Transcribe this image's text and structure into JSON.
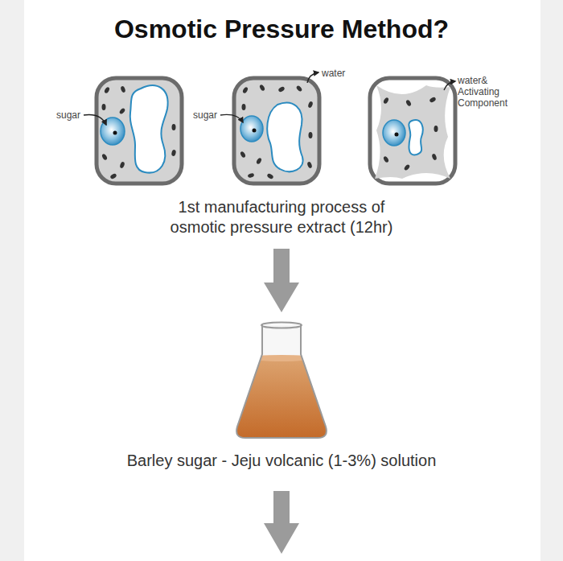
{
  "diagram": {
    "title": "Osmotic Pressure Method?",
    "nodes": [
      {
        "text": [
          "1st manufacturing process of osmotic pressure extract (12hr)"
        ]
      },
      {
        "text": [
          "Barley sugar - Jeju volcanic (1-3%) solution"
        ]
      }
    ],
    "edges": [
      {
        "from": 0,
        "to": 1,
        "arrow": "to"
      }
    ],
    "labels": [
      "sugar",
      "sugar",
      "water",
      "water& Activating Component"
    ]
  }
}
